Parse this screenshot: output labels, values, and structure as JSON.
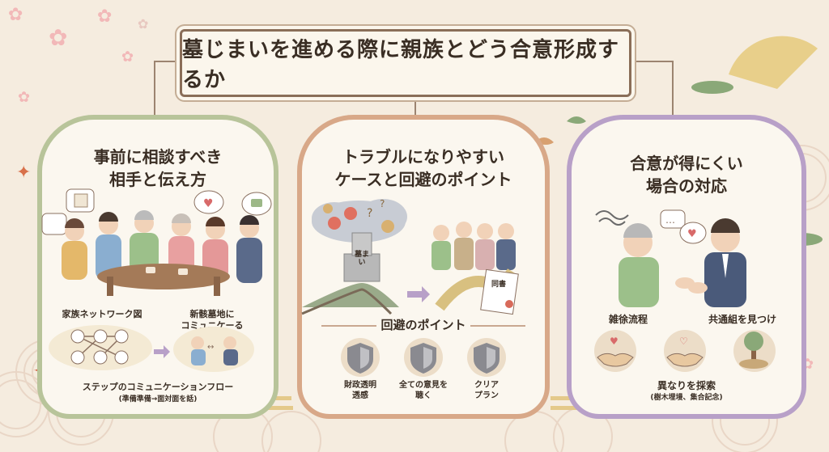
{
  "title": "墓じまいを進める際に親族とどう合意形成するか",
  "panels": [
    {
      "title_line1": "事前に相談すべき",
      "title_line2": "相手と伝え方",
      "network_label": "家族ネットワーク図",
      "meeting_label_line1": "新骸墓地に",
      "meeting_label_line2": "コミュニケーる",
      "flow_label": "ステップのコミュニケーションフロー",
      "flow_sub": "(準備準備→面対面を話)"
    },
    {
      "title_line1": "トラブルになりやすい",
      "title_line2": "ケースと回避のポイント",
      "grave_text": "墓まい",
      "doc_text": "同書",
      "section_title": "回避のポイント",
      "badges": [
        {
          "line1": "財政透明",
          "line2": "透感",
          "line3": ""
        },
        {
          "line1": "全ての意見を",
          "line2": "聴く",
          "line3": ""
        },
        {
          "line1": "クリア",
          "line2": "プラン",
          "line3": ""
        }
      ]
    },
    {
      "title_line1": "合意が得にくい",
      "title_line2": "場合の対応",
      "label_left": "雑徐流程",
      "label_right": "共通組を見つけ",
      "explore_label": "異なりを採索",
      "explore_sub": "(樹木埋墁、集合記念)"
    }
  ],
  "colors": {
    "background": "#f5ecdf",
    "panel1_border": "#b8c49a",
    "panel2_border": "#d8a888",
    "panel3_border": "#b8a0c8",
    "title_border": "#8a6e58"
  }
}
